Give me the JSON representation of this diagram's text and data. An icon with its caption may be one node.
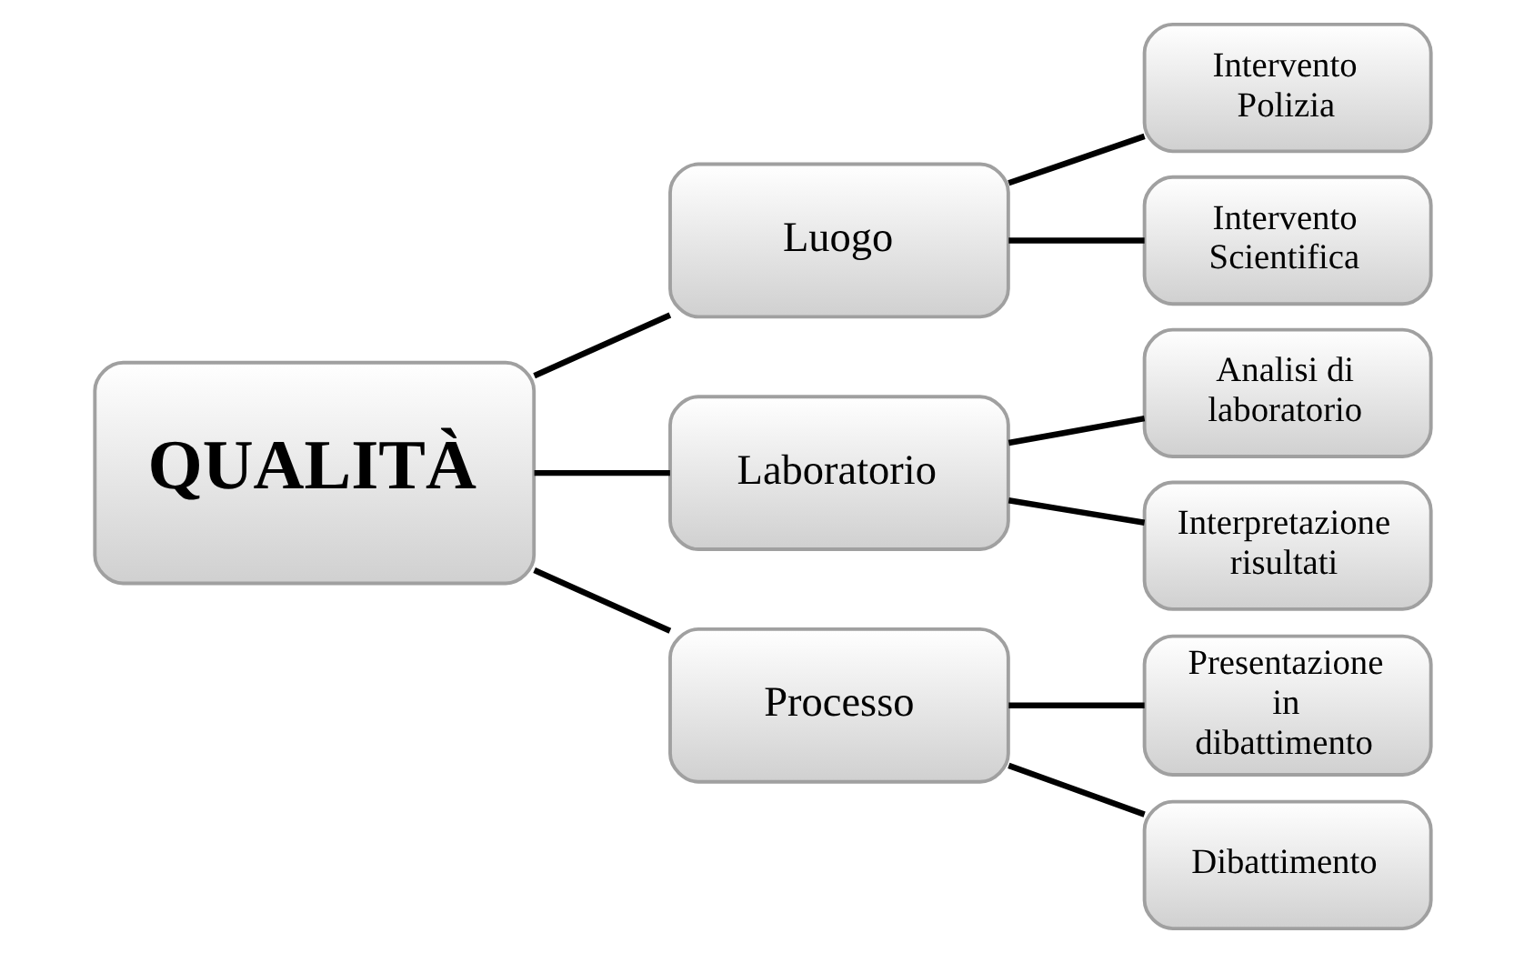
{
  "diagram": {
    "nodes": [
      {
        "text": [
          "QUALITÀ"
        ]
      },
      {
        "text": [
          "Luogo"
        ]
      },
      {
        "text": [
          "Laboratorio"
        ]
      },
      {
        "text": [
          "Processo"
        ]
      },
      {
        "text": [
          "Intervento Polizia"
        ]
      },
      {
        "text": [
          "Intervento Scientifica"
        ]
      },
      {
        "text": [
          "Analisi di laboratorio"
        ]
      },
      {
        "text": [
          "Interpretazione risultati"
        ]
      },
      {
        "text": [
          "Presentazione in dibattimento"
        ]
      },
      {
        "text": [
          "Dibattimento"
        ]
      }
    ],
    "edges": [
      {
        "from": 0,
        "to": 1,
        "arrow": "none"
      },
      {
        "from": 0,
        "to": 2,
        "arrow": "none"
      },
      {
        "from": 0,
        "to": 3,
        "arrow": "none"
      },
      {
        "from": 1,
        "to": 4,
        "arrow": "none"
      },
      {
        "from": 1,
        "to": 5,
        "arrow": "none"
      },
      {
        "from": 2,
        "to": 6,
        "arrow": "none"
      },
      {
        "from": 2,
        "to": 7,
        "arrow": "none"
      },
      {
        "from": 3,
        "to": 8,
        "arrow": "none"
      },
      {
        "from": 3,
        "to": 9,
        "arrow": "none"
      }
    ]
  }
}
